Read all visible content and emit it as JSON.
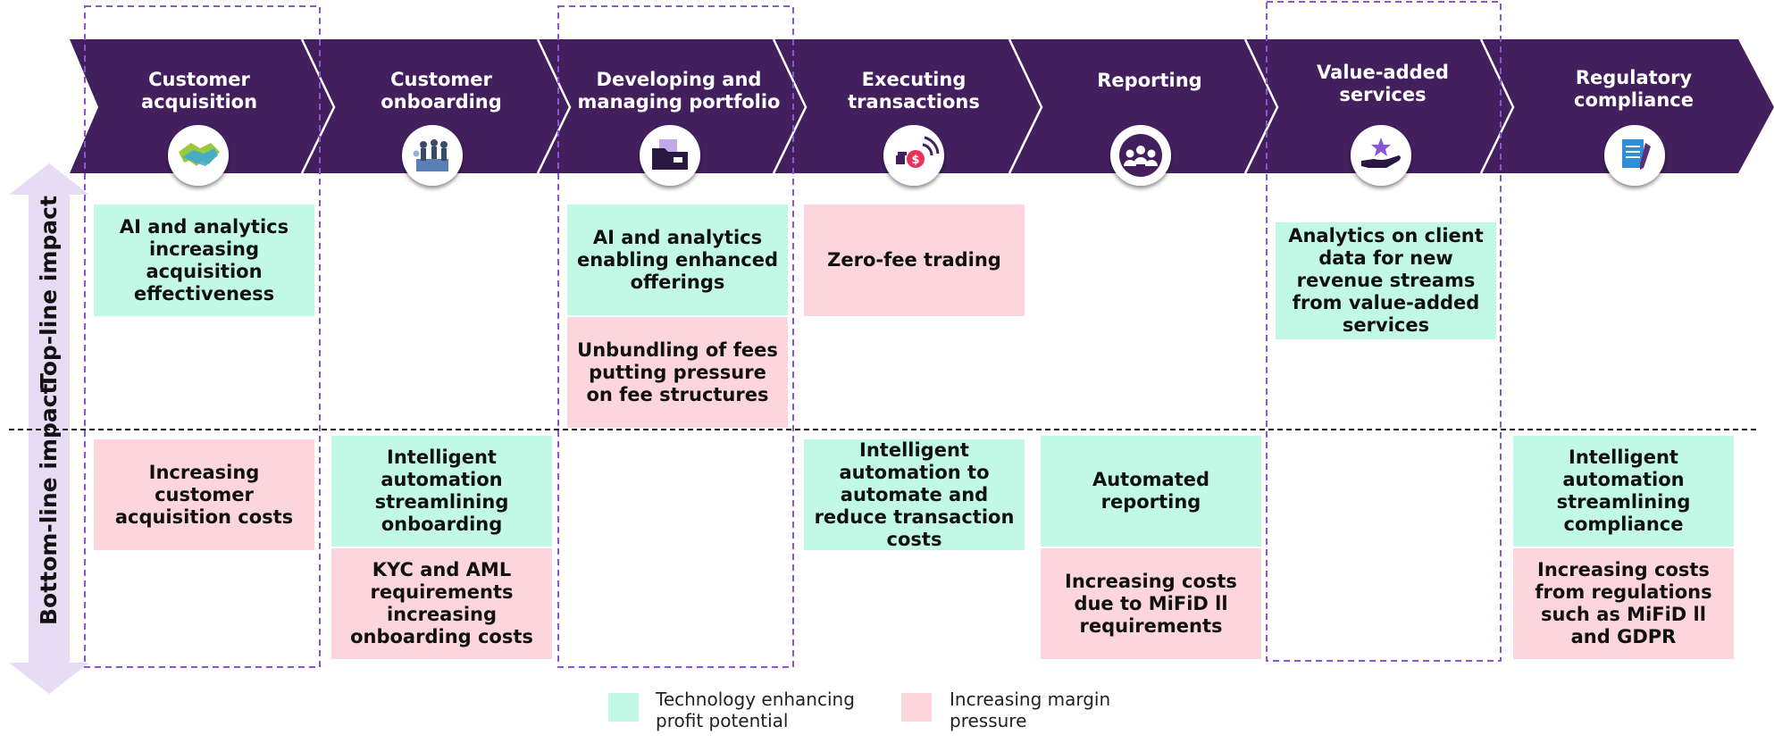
{
  "colors": {
    "chevron": "#431f5e",
    "green": "#c2f8e6",
    "pink": "#fcd6dc",
    "dash": "#8a56d6",
    "arrow": "#e8dcf5"
  },
  "stages": [
    {
      "title": "Customer acquisition",
      "icon": "handshake-icon"
    },
    {
      "title": "Customer onboarding",
      "icon": "team-icon"
    },
    {
      "title": "Developing and managing portfolio",
      "icon": "folder-icon"
    },
    {
      "title": "Executing transactions",
      "icon": "payment-icon"
    },
    {
      "title": "Reporting",
      "icon": "people-icon"
    },
    {
      "title": "Value-added services",
      "icon": "service-icon"
    },
    {
      "title": "Regulatory compliance",
      "icon": "document-icon"
    }
  ],
  "zones": {
    "top": "Top-line impact",
    "bottom": "Bottom-line impact"
  },
  "boxes": {
    "top": [
      {
        "stage": 0,
        "kind": "green",
        "text": "AI and analytics increasing acquisition effectiveness"
      },
      {
        "stage": 2,
        "kind": "green",
        "text": "AI and analytics enabling enhanced offerings"
      },
      {
        "stage": 2,
        "kind": "pink",
        "text": "Unbundling of fees putting pressure on fee structures"
      },
      {
        "stage": 3,
        "kind": "pink",
        "text": "Zero-fee trading"
      },
      {
        "stage": 5,
        "kind": "green",
        "text": "Analytics on client data for new revenue streams from value-added services"
      }
    ],
    "bottom": [
      {
        "stage": 0,
        "kind": "pink",
        "text": "Increasing customer acquisition costs"
      },
      {
        "stage": 1,
        "kind": "green",
        "text": "Intelligent automation streamlining onboarding"
      },
      {
        "stage": 1,
        "kind": "pink",
        "text": "KYC and AML requirements increasing onboarding costs"
      },
      {
        "stage": 3,
        "kind": "green",
        "text": "Intelligent automation to automate and reduce transaction costs"
      },
      {
        "stage": 4,
        "kind": "green",
        "text": "Automated reporting"
      },
      {
        "stage": 4,
        "kind": "pink",
        "text": "Increasing costs due to MiFiD ll requirements"
      },
      {
        "stage": 6,
        "kind": "green",
        "text": "Intelligent automation streamlining compliance"
      },
      {
        "stage": 6,
        "kind": "pink",
        "text": "Increasing costs from regulations such as MiFiD ll and GDPR"
      }
    ]
  },
  "legend": [
    {
      "kind": "green",
      "text": "Technology enhancing profit potential"
    },
    {
      "kind": "pink",
      "text": "Increasing margin pressure"
    }
  ]
}
